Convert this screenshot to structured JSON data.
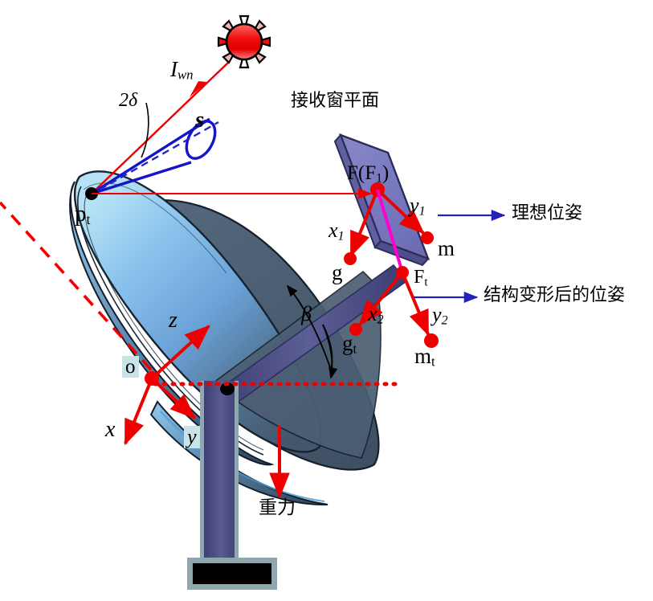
{
  "diagram": {
    "title_hidden": "Solar dish concentrator pose / structural deformation diagram",
    "colors": {
      "red": "#ee0000",
      "blue": "#1414c8",
      "magenta": "#ff00d0",
      "panel_purple": "#7b7bc0",
      "strut_purple": "#4b4d86",
      "dish_light": "#8fc3ee",
      "dish_mid": "#5b93cc",
      "dish_dark": "#4a5c70",
      "base_border": "#8fa8b0",
      "base_fill": "#000000",
      "highlight_box": "#c9e4e8",
      "sun_red": "#ee1111",
      "sun_pink": "#f4b6b6"
    }
  },
  "labels": {
    "incident_ray": "I",
    "incident_ray_sub": "wn",
    "cone_angle": "2δ",
    "sun_vector": "s",
    "rim_point": "p",
    "rim_point_sub": "t",
    "receiver_plane": "接收窗平面",
    "focus": "F(F",
    "focus_sub": "1",
    "focus_close": ")",
    "axis_x1": "x",
    "axis_x1_sub": "1",
    "axis_y1": "y",
    "axis_y1_sub": "1",
    "point_g": "g",
    "point_m": "m",
    "focus_t": "F",
    "focus_t_sub": "t",
    "axis_x2": "x",
    "axis_x2_sub": "2",
    "axis_y2": "y",
    "axis_y2_sub": "2",
    "point_gt": "g",
    "point_gt_sub": "t",
    "point_mt": "m",
    "point_mt_sub": "t",
    "ideal_pose": "理想位姿",
    "deformed_pose": "结构变形后的位姿",
    "axis_z": "z",
    "axis_x": "x",
    "axis_y": "y",
    "origin": "o",
    "beta": "β",
    "gravity": "重力"
  }
}
